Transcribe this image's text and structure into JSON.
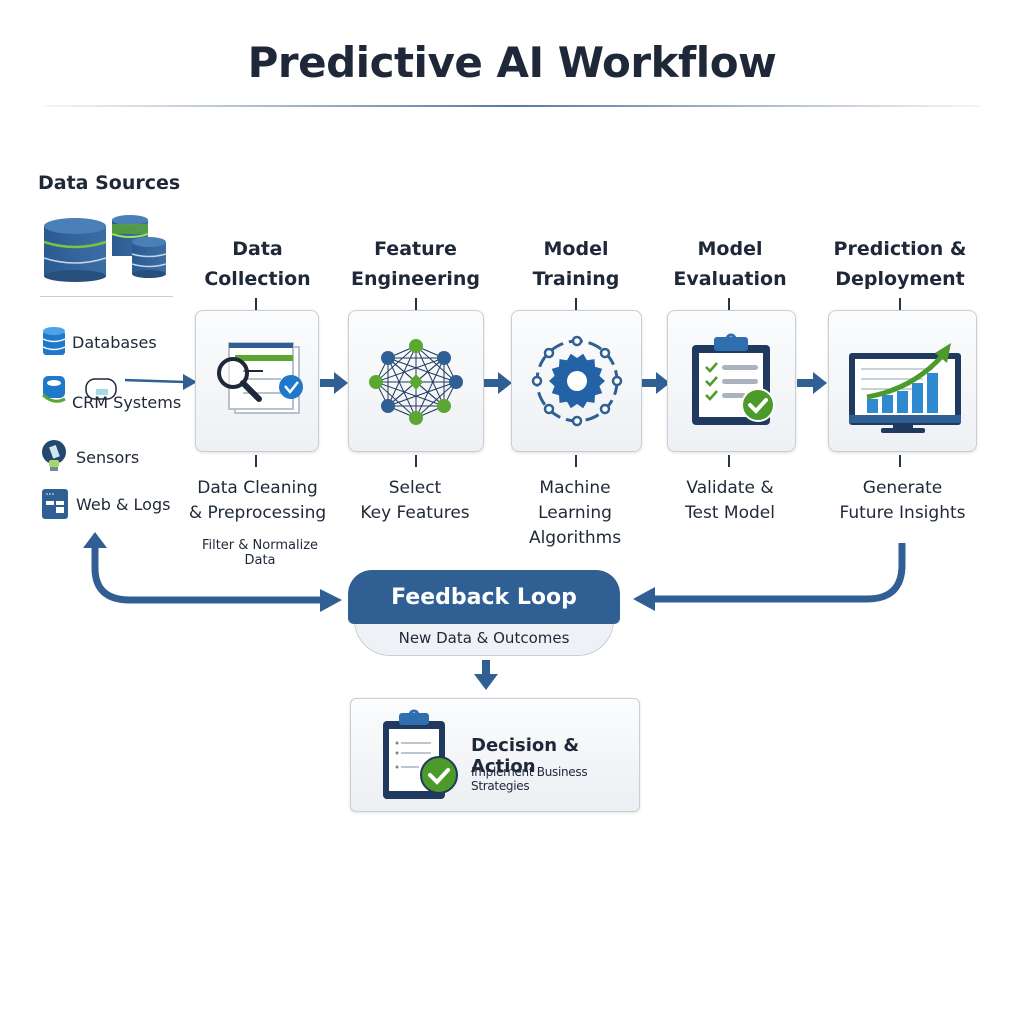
{
  "title": "Predictive AI Workflow",
  "data_sources": {
    "title": "Data Sources",
    "items": [
      {
        "label": "Databases",
        "icon": "database-icon"
      },
      {
        "label": "CRM Systems",
        "icon": "crm-icon"
      },
      {
        "label": "Sensors",
        "icon": "sensor-icon"
      },
      {
        "label": "Web & Logs",
        "icon": "web-logs-icon"
      }
    ]
  },
  "steps": [
    {
      "heading_line1": "Data",
      "heading_line2": "Collection",
      "icon": "magnifier-document-icon",
      "sub_line1": "Data Cleaning",
      "sub_line2": "& Preprocessing",
      "sub_line3": "",
      "note": "Filter & Normalize Data"
    },
    {
      "heading_line1": "Feature",
      "heading_line2": "Engineering",
      "icon": "network-nodes-icon",
      "sub_line1": "Select",
      "sub_line2": "Key Features",
      "sub_line3": ""
    },
    {
      "heading_line1": "Model",
      "heading_line2": "Training",
      "icon": "gear-icon",
      "sub_line1": "Machine",
      "sub_line2": "Learning",
      "sub_line3": "Algorithms"
    },
    {
      "heading_line1": "Model",
      "heading_line2": "Evaluation",
      "icon": "clipboard-check-icon",
      "sub_line1": "Validate &",
      "sub_line2": "Test Model",
      "sub_line3": ""
    },
    {
      "heading_line1": "Prediction &",
      "heading_line2": "Deployment",
      "icon": "monitor-chart-icon",
      "sub_line1": "Generate",
      "sub_line2": "Future Insights",
      "sub_line3": ""
    }
  ],
  "feedback": {
    "title": "Feedback Loop",
    "subtitle": "New Data & Outcomes"
  },
  "decision": {
    "title": "Decision & Action",
    "subtitle": "Implement Business Strategies"
  },
  "colors": {
    "primary_blue": "#2f5f93",
    "accent_green": "#5aa832",
    "text_dark": "#1f2838"
  }
}
